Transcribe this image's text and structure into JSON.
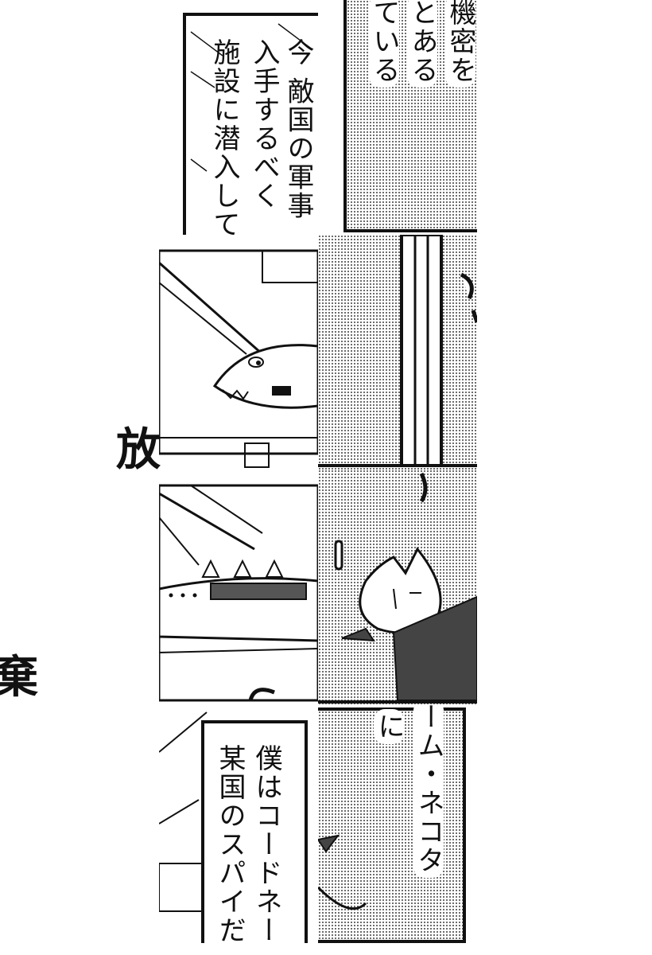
{
  "panels": {
    "narration_top": [
      "今 敵国の軍事",
      "入手するべく",
      "施設に潜入して"
    ],
    "narration_right": [
      "機密を",
      "とある",
      "ている"
    ],
    "sfx_left": "放",
    "sfx_left2": "棄",
    "narration_bottom": [
      "僕はコードネー",
      "某国のスパイだ"
    ],
    "narration_bottom_right": [
      "に",
      "ーム・ネコタ"
    ]
  }
}
